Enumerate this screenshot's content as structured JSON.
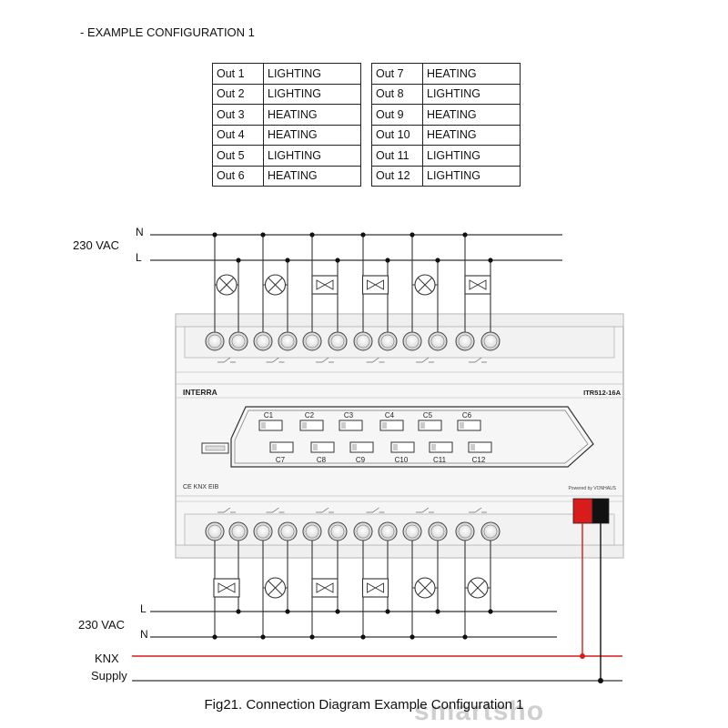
{
  "header": "-  EXAMPLE CONFIGURATION 1",
  "config_left": [
    {
      "out": "Out 1",
      "load": "LIGHTING"
    },
    {
      "out": "Out 2",
      "load": "LIGHTING"
    },
    {
      "out": "Out 3",
      "load": "HEATING"
    },
    {
      "out": "Out 4",
      "load": "HEATING"
    },
    {
      "out": "Out 5",
      "load": "LIGHTING"
    },
    {
      "out": "Out 6",
      "load": "HEATING"
    }
  ],
  "config_right": [
    {
      "out": "Out 7",
      "load": "HEATING"
    },
    {
      "out": "Out 8",
      "load": "LIGHTING"
    },
    {
      "out": "Out 9",
      "load": "HEATING"
    },
    {
      "out": "Out 10",
      "load": "HEATING"
    },
    {
      "out": "Out 11",
      "load": "LIGHTING"
    },
    {
      "out": "Out 12",
      "load": "LIGHTING"
    }
  ],
  "top_supply": {
    "voltage": "230 VAC",
    "n": "N",
    "l": "L"
  },
  "bottom_supply": {
    "voltage": "230 VAC",
    "l": "L",
    "n": "N"
  },
  "knx": {
    "line1": "KNX",
    "line2": "Supply"
  },
  "device": {
    "brand": "INTERRA",
    "model": "ITR512-16A",
    "powered_by": "Powered by VONHAUS",
    "marks": "CE  KNX  EIB",
    "channels_top": [
      "C1",
      "C2",
      "C3",
      "C4",
      "C5",
      "C6"
    ],
    "channels_bottom": [
      "C7",
      "C8",
      "C9",
      "C10",
      "C11",
      "C12"
    ]
  },
  "caption": "Fig21. Connection Diagram Example Configuration 1",
  "watermark": "smartsho",
  "colors": {
    "knx_red": "#d81c1c",
    "line": "#222222",
    "module_bg": "#f4f4f4"
  }
}
